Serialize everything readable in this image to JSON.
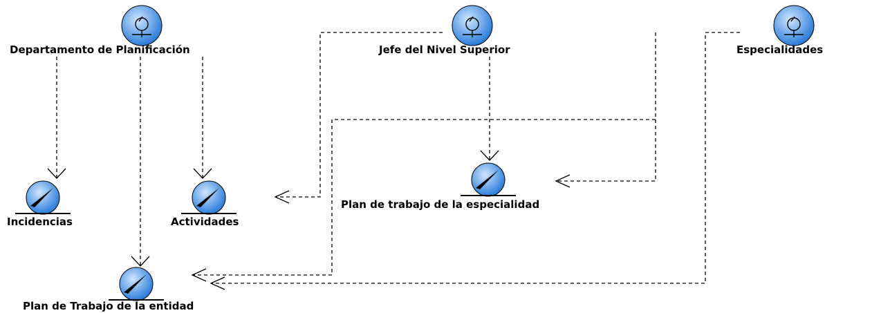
{
  "diagram": {
    "kind": "uml-collaboration-diagram",
    "colors": {
      "fill_light": "#cfe6ff",
      "fill_dark": "#1f74d6",
      "stroke": "#000000",
      "background": "#ffffff"
    },
    "actors": [
      {
        "id": "dept",
        "label": "Departamento de Planificación",
        "icon": "boundary-actor-icon"
      },
      {
        "id": "jefe",
        "label": "Jefe del Nivel Superior",
        "icon": "boundary-actor-icon"
      },
      {
        "id": "esp",
        "label": "Especialidades",
        "icon": "boundary-actor-icon"
      }
    ],
    "entities": [
      {
        "id": "inc",
        "label": "Incidencias",
        "icon": "entity-icon"
      },
      {
        "id": "act",
        "label": "Actividades",
        "icon": "entity-icon"
      },
      {
        "id": "pte",
        "label": "Plan de Trabajo de la entidad",
        "icon": "entity-icon"
      },
      {
        "id": "pts",
        "label": "Plan de trabajo de la especialidad",
        "icon": "entity-icon"
      }
    ],
    "dependencies": [
      {
        "from": "dept",
        "to": "inc"
      },
      {
        "from": "dept",
        "to": "act"
      },
      {
        "from": "dept",
        "to": "pte"
      },
      {
        "from": "jefe",
        "to": "pts"
      },
      {
        "from": "jefe",
        "to": "act"
      },
      {
        "from": "jefe",
        "to": "pte"
      },
      {
        "from": "esp",
        "to": "pts"
      },
      {
        "from": "esp",
        "to": "pte"
      }
    ]
  }
}
